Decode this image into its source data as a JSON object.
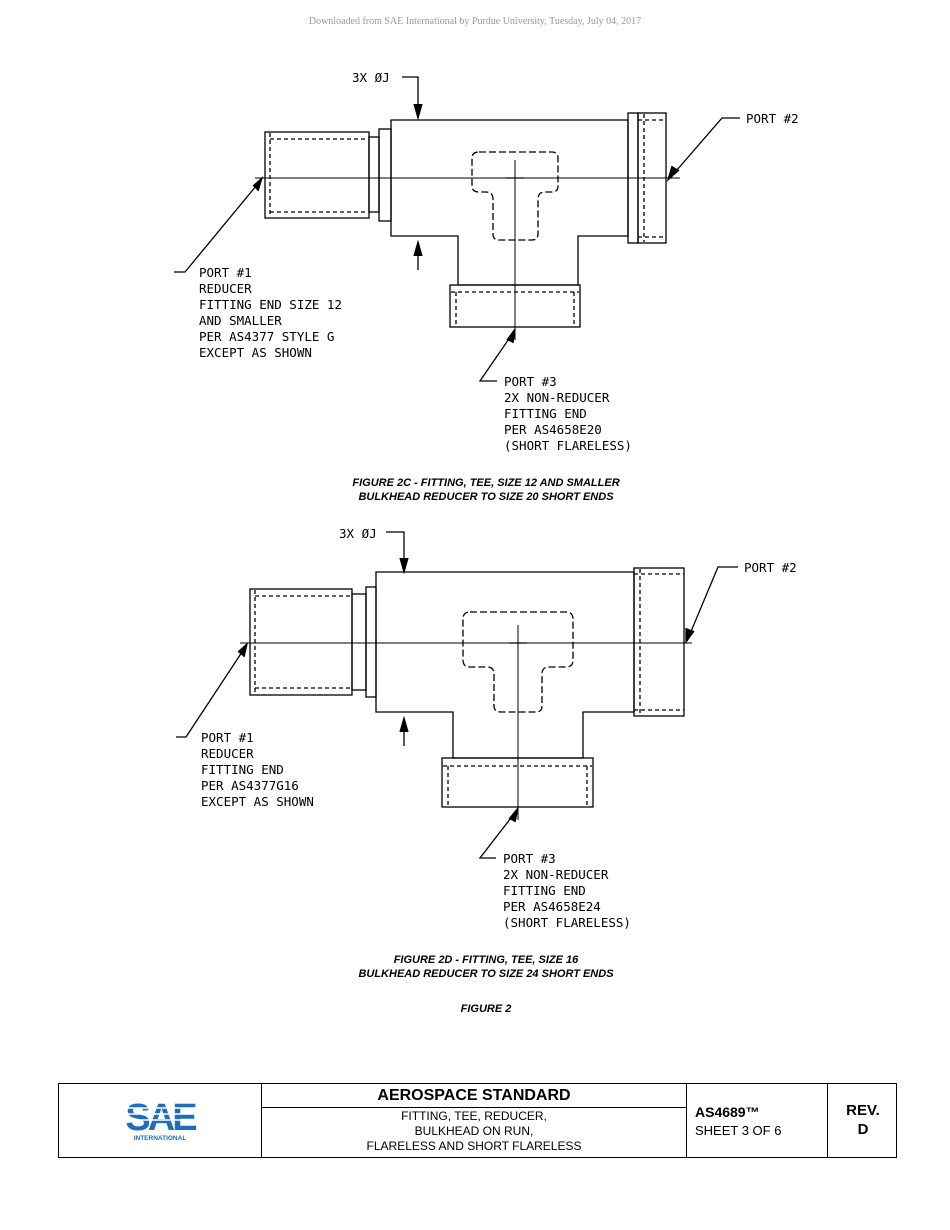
{
  "header": {
    "watermark": "Downloaded from SAE International by Purdue University, Tuesday, July 04, 2017"
  },
  "figure_2c": {
    "dim_label": "3X ØJ",
    "port2_label": "PORT #2",
    "port1_lines": [
      "PORT #1",
      "REDUCER",
      "FITTING END SIZE 12",
      "AND SMALLER",
      "PER AS4377 STYLE G",
      "EXCEPT AS SHOWN"
    ],
    "port3_lines": [
      "PORT #3",
      "2X NON-REDUCER",
      "FITTING END",
      "PER AS4658E20",
      "(SHORT FLARELESS)"
    ],
    "caption_line1": "FIGURE 2C - FITTING, TEE, SIZE 12 AND SMALLER",
    "caption_line2": "BULKHEAD REDUCER TO SIZE 20 SHORT ENDS"
  },
  "figure_2d": {
    "dim_label": "3X ØJ",
    "port2_label": "PORT #2",
    "port1_lines": [
      "PORT #1",
      "REDUCER",
      "FITTING END",
      "PER AS4377G16",
      "EXCEPT AS SHOWN"
    ],
    "port3_lines": [
      "PORT #3",
      "2X NON-REDUCER",
      "FITTING END",
      "PER AS4658E24",
      "(SHORT FLARELESS)"
    ],
    "caption_line1": "FIGURE 2D - FITTING, TEE, SIZE 16",
    "caption_line2": "BULKHEAD REDUCER TO SIZE 24 SHORT ENDS"
  },
  "figure_caption": "FIGURE 2",
  "title_block": {
    "logo_text": "SAE",
    "logo_subtext": "INTERNATIONAL",
    "standard_type": "AEROSPACE STANDARD",
    "title_lines": [
      "FITTING, TEE, REDUCER,",
      "BULKHEAD ON RUN,",
      "FLARELESS AND SHORT FLARELESS"
    ],
    "doc_number": "AS4689™",
    "sheet": "SHEET 3 OF 6",
    "rev_label": "REV.",
    "rev_value": "D",
    "colors": {
      "logo_blue": "#1f6fb8"
    }
  }
}
